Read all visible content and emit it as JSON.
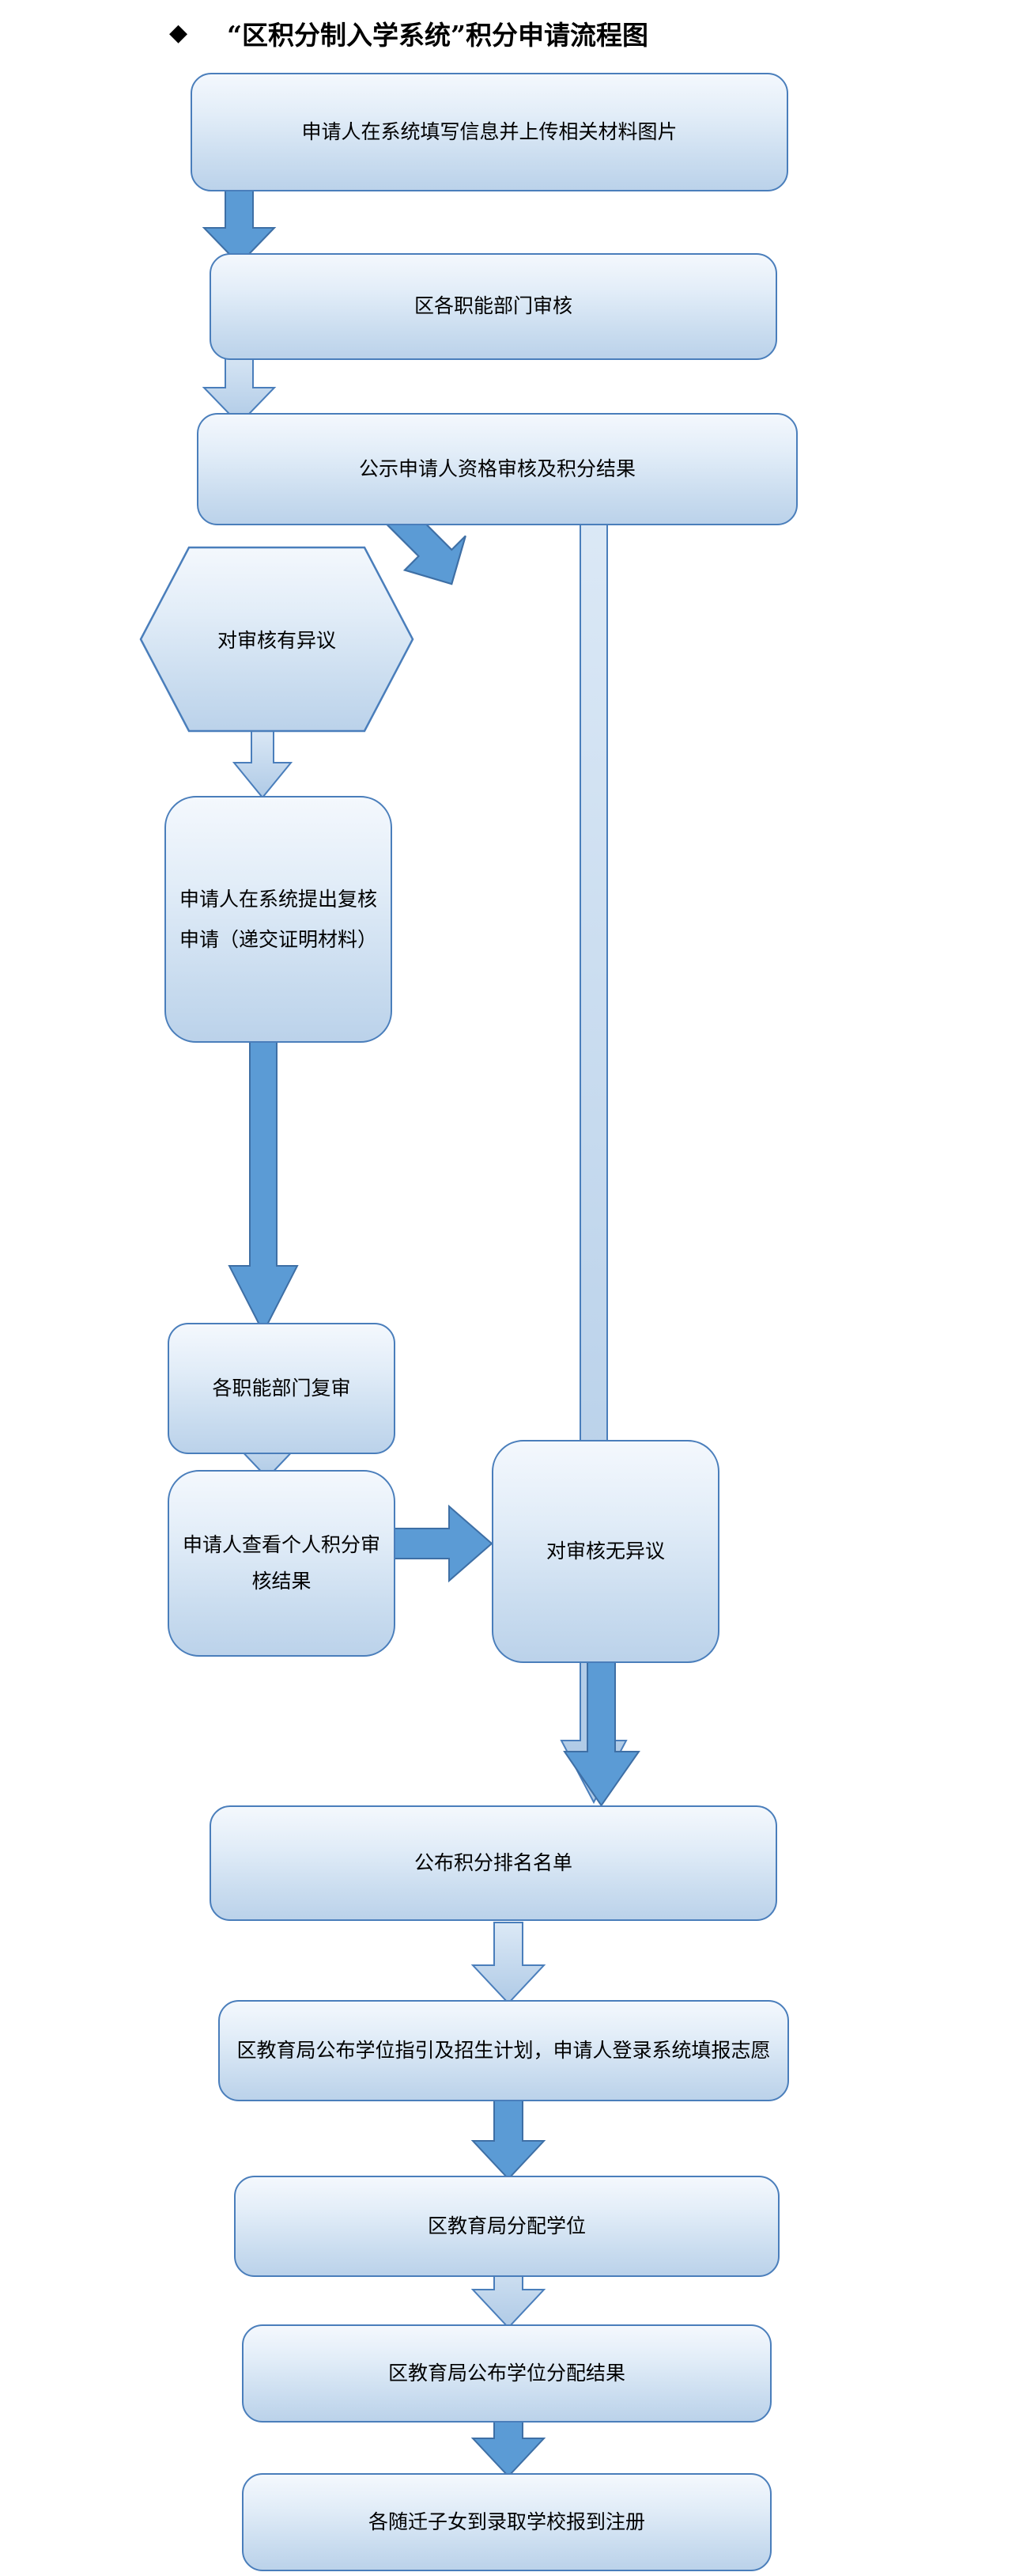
{
  "title": {
    "bullet": "◆",
    "text": "“区积分制入学系统”积分申请流程图"
  },
  "colors": {
    "arrow_dark": "#5B9BD5",
    "arrow_dark_stroke": "#3E6FA5",
    "arrow_light_top": "#D6E5F3",
    "arrow_light_bottom": "#AFCAE6",
    "arrow_light_stroke": "#4A7EBB",
    "box_border": "#4A7EBB",
    "box_fill_top": "#F4F8FD",
    "box_fill_bottom": "#BBD2EA",
    "text": "#000000",
    "page_background": "#FFFFFF"
  },
  "nodes": [
    {
      "id": "apply",
      "label": "申请人在系统填写信息并上传相关材料图片"
    },
    {
      "id": "dept-review",
      "label": "区各职能部门审核"
    },
    {
      "id": "publicize",
      "label": "公示申请人资格审核及积分结果"
    },
    {
      "id": "has-objection",
      "label": "对审核有异议"
    },
    {
      "id": "recheck-apply",
      "label": "申请人在系统提出复核申请（递交证明材料）"
    },
    {
      "id": "dept-recheck",
      "label": "各职能部门复审"
    },
    {
      "id": "view-result",
      "label": "申请人查看个人积分审核结果"
    },
    {
      "id": "no-objection",
      "label": "对审核无异议"
    },
    {
      "id": "publish-rank",
      "label": "公布积分排名名单"
    },
    {
      "id": "seat-guide",
      "label": "区教育局公布学位指引及招生计划，申请人登录系统填报志愿"
    },
    {
      "id": "allocate-seat",
      "label": "区教育局分配学位"
    },
    {
      "id": "publish-alloc",
      "label": "区教育局公布学位分配结果"
    },
    {
      "id": "register",
      "label": "各随迁子女到录取学校报到注册"
    }
  ],
  "edges": [
    {
      "id": "e1",
      "from": "apply",
      "to": "dept-review",
      "style": "dark",
      "direction": "down"
    },
    {
      "id": "e2",
      "from": "dept-review",
      "to": "publicize",
      "style": "light",
      "direction": "down"
    },
    {
      "id": "e3",
      "from": "publicize",
      "to": "has-objection",
      "style": "dark",
      "direction": "down-left"
    },
    {
      "id": "e4",
      "from": "has-objection",
      "to": "recheck-apply",
      "style": "light",
      "direction": "down"
    },
    {
      "id": "e5",
      "from": "recheck-apply",
      "to": "dept-recheck",
      "style": "dark",
      "direction": "down"
    },
    {
      "id": "e6",
      "from": "publicize",
      "to": "publish-rank",
      "style": "light",
      "direction": "down"
    },
    {
      "id": "e7",
      "from": "dept-recheck",
      "to": "view-result",
      "style": "light",
      "direction": "down"
    },
    {
      "id": "e8",
      "from": "view-result",
      "to": "no-objection",
      "style": "dark",
      "direction": "right"
    },
    {
      "id": "e9",
      "from": "no-objection",
      "to": "publish-rank",
      "style": "dark",
      "direction": "down"
    },
    {
      "id": "e10",
      "from": "publish-rank",
      "to": "seat-guide",
      "style": "light",
      "direction": "down"
    },
    {
      "id": "e11",
      "from": "seat-guide",
      "to": "allocate-seat",
      "style": "dark",
      "direction": "down"
    },
    {
      "id": "e12",
      "from": "allocate-seat",
      "to": "publish-alloc",
      "style": "light",
      "direction": "down"
    },
    {
      "id": "e13",
      "from": "publish-alloc",
      "to": "register",
      "style": "dark",
      "direction": "down"
    }
  ]
}
